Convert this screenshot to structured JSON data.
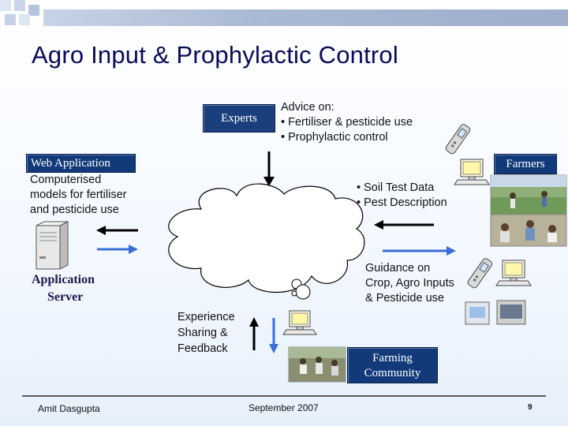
{
  "slide": {
    "title": "Agro Input & Prophylactic Control",
    "experts_label": "Experts",
    "advice": {
      "heading": "Advice on:",
      "items": [
        "• Fertiliser & pesticide use",
        "• Prophylactic control"
      ]
    },
    "web_application_label": "Web Application",
    "web_application_text": [
      "Computerised",
      "models for fertiliser",
      "and pesticide use"
    ],
    "farmers_label": "Farmers",
    "farmer_inputs": [
      "• Soil Test Data",
      "• Pest Description"
    ],
    "guidance": [
      "Guidance on",
      "Crop, Agro Inputs",
      "& Pesticide use"
    ],
    "application_server_label": [
      "Application",
      "Server"
    ],
    "experience": [
      "Experience",
      "Sharing &",
      "Feedback"
    ],
    "farming_community_label": [
      "Farming",
      "Community"
    ],
    "footer": {
      "author": "Amit Dasgupta",
      "date": "September 2007",
      "page_number": "9"
    }
  },
  "colors": {
    "title": "#0a0a5a",
    "label_box": "#123a7a",
    "arrow_blue": "#3a6fd8",
    "arrow_black": "#000000",
    "background": "#eef5fd"
  },
  "icons": [
    "server-icon",
    "computer-icon",
    "mobile-phone-icon",
    "cloud-icon",
    "photo-farmers-field",
    "photo-farmers-meeting",
    "photo-farming-community"
  ]
}
